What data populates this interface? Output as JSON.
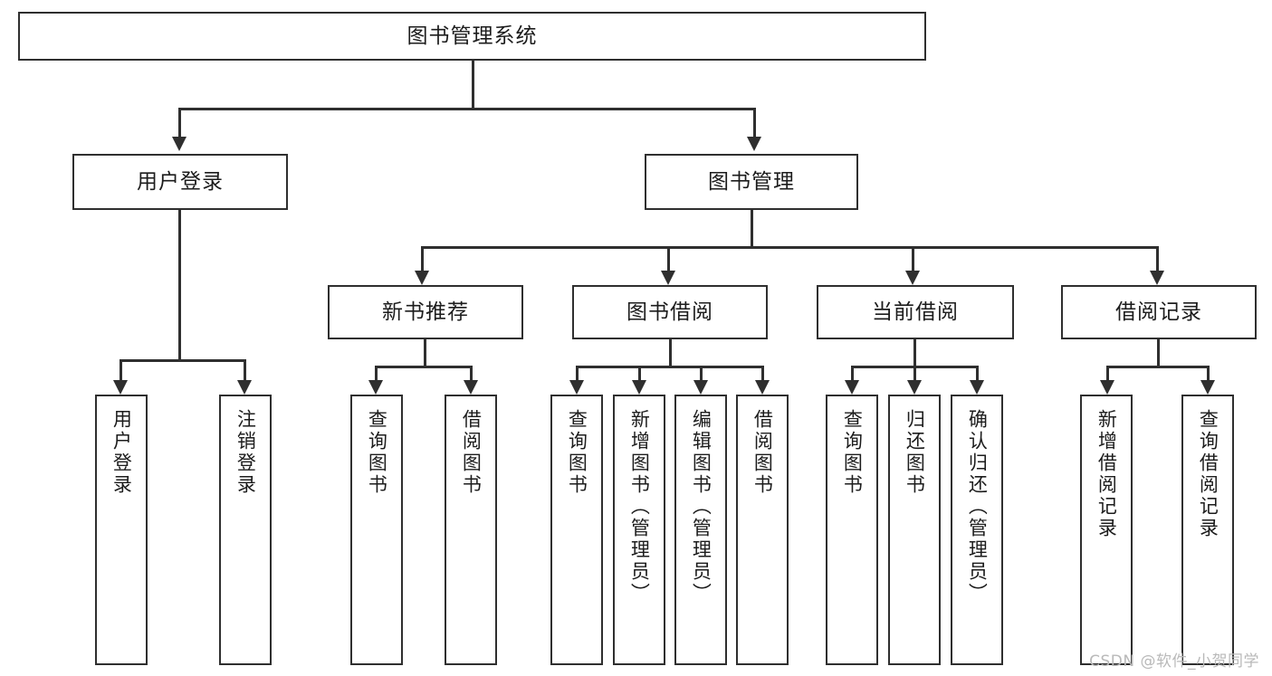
{
  "diagram": {
    "title": "图书管理系统",
    "type": "功能结构图",
    "root": {
      "label": "图书管理系统"
    },
    "level1": [
      {
        "label": "用户登录"
      },
      {
        "label": "图书管理"
      }
    ],
    "level2": [
      {
        "label": "新书推荐"
      },
      {
        "label": "图书借阅"
      },
      {
        "label": "当前借阅"
      },
      {
        "label": "借阅记录"
      }
    ],
    "leaves": {
      "user_login": [
        {
          "label": "用户登录"
        },
        {
          "label": "注销登录"
        }
      ],
      "new_book_recommend": [
        {
          "label": "查询图书"
        },
        {
          "label": "借阅图书"
        }
      ],
      "book_borrow": [
        {
          "label": "查询图书"
        },
        {
          "label": "新增图书（管理员）"
        },
        {
          "label": "编辑图书（管理员）"
        },
        {
          "label": "借阅图书"
        }
      ],
      "current_borrow": [
        {
          "label": "查询图书"
        },
        {
          "label": "归还图书"
        },
        {
          "label": "确认归还（管理员）"
        }
      ],
      "borrow_record": [
        {
          "label": "新增借阅记录"
        },
        {
          "label": "查询借阅记录"
        }
      ]
    }
  },
  "watermark": {
    "text": "CSDN @软件_小贺同学"
  },
  "colors": {
    "line": "#2f2f2f",
    "box_border": "#2f2f2f",
    "box_fill": "#ffffff",
    "text": "#1c1c1c",
    "watermark": "#b9b9b9",
    "background": "#ffffff"
  }
}
